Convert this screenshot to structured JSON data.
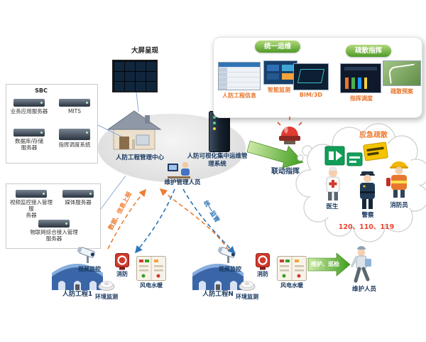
{
  "big_screen": {
    "label": "大屏呈现"
  },
  "server_group_1": {
    "sbc": "SBC",
    "app_server": "业务应用服务器",
    "mits": "MITS",
    "db_server": "数据库/存储\n服务器",
    "dispatch_system": "指挥调度系统"
  },
  "server_group_2": {
    "video_access_server": "视频监控接入管理服\n务器",
    "media_server": "媒体服务器",
    "iot_server": "物联网综合接入管理\n服务器"
  },
  "center": {
    "management_center": "人防工程管理中心",
    "ops_system": "人防可视化集中运维管\n理系统",
    "maintenance_staff": "维护管理人员"
  },
  "top_panel": {
    "badge_unified_ops": "统一运维",
    "badge_evacuation": "疏散指挥",
    "labels": [
      "人防工程信息",
      "智能监测",
      "BIM/3D",
      "指挥调度",
      "疏散预案"
    ]
  },
  "emergency": {
    "title": "应急疏散",
    "doctor": "医生",
    "police": "警察",
    "firefighter": "消防员",
    "hotlines": "120、110、119"
  },
  "arrows": {
    "linkage": "联动指挥",
    "report": "数据、信息上报",
    "supervision": "统一监管",
    "patrol": "维护、巡检",
    "maintainer": "维护人员"
  },
  "facilities": [
    {
      "name": "人防工程1",
      "camera": "视频监控",
      "fire": "消防",
      "hvac": "风电水暖",
      "env": "环境监测"
    },
    {
      "name": "人防工程N",
      "camera": "视频监控",
      "fire": "消防",
      "hvac": "风电水暖",
      "env": "环境监测"
    }
  ],
  "colors": {
    "accent_orange": "#ed7d31",
    "accent_blue": "#2e75b6",
    "arrow_green": "#3f9c1e",
    "badge_green": "#4e9a28",
    "dark_text": "#17375e",
    "hotline_red": "#e8442e"
  }
}
